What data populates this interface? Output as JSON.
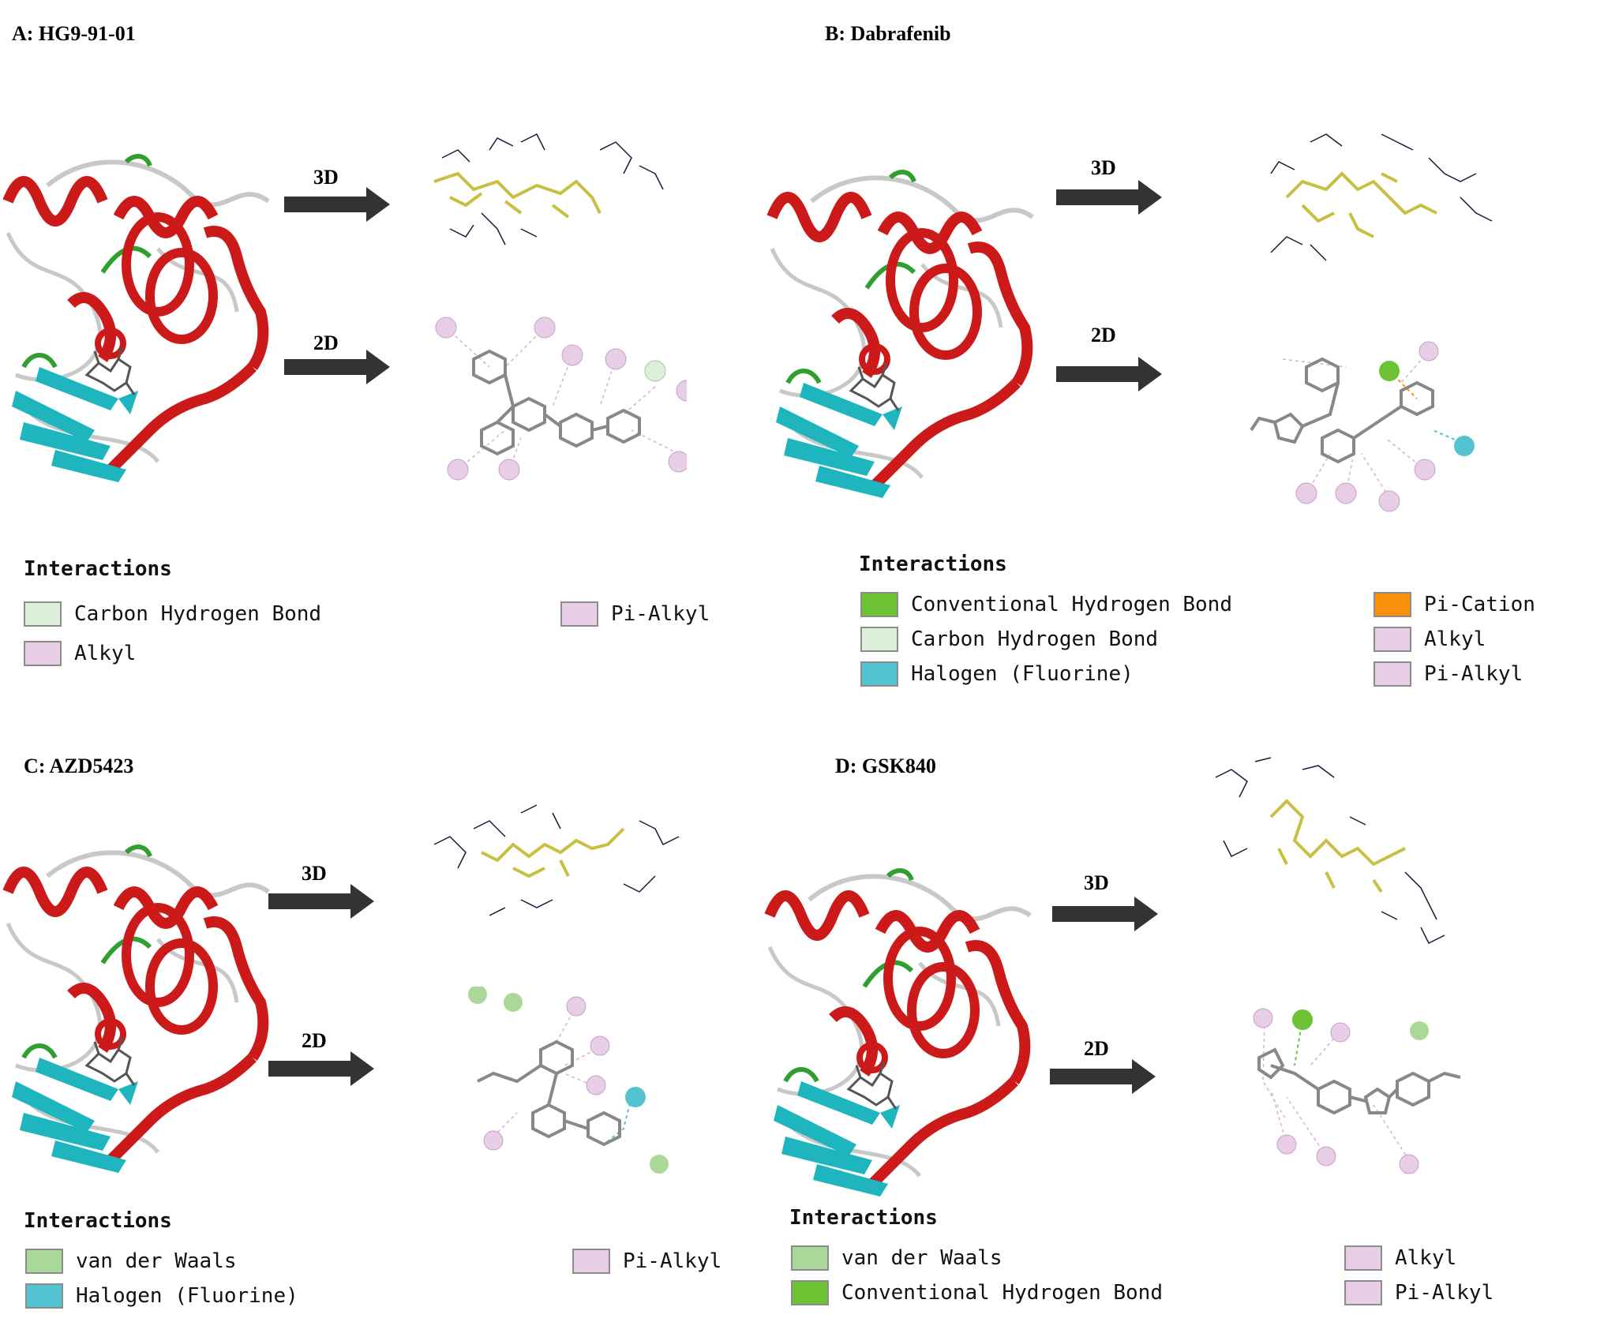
{
  "panels": [
    {
      "title": "A: HG9-91-01",
      "arrow_3d": "3D",
      "arrow_2d": "2D",
      "legend": {
        "title": "Interactions",
        "items": [
          {
            "label": "Carbon Hydrogen Bond",
            "color": "#dcefd8"
          },
          {
            "label": "Alkyl",
            "color": "#e8cde6"
          },
          {
            "label": "Pi-Alkyl",
            "color": "#e8cde6"
          }
        ]
      }
    },
    {
      "title": "B: Dabrafenib",
      "arrow_3d": "3D",
      "arrow_2d": "2D",
      "legend": {
        "title": "Interactions",
        "items": [
          {
            "label": "Conventional Hydrogen Bond",
            "color": "#6cc233"
          },
          {
            "label": "Carbon Hydrogen Bond",
            "color": "#dcefd8"
          },
          {
            "label": "Halogen (Fluorine)",
            "color": "#54c3d1"
          },
          {
            "label": "Pi-Cation",
            "color": "#f7910a"
          },
          {
            "label": "Alkyl",
            "color": "#e8cde6"
          },
          {
            "label": "Pi-Alkyl",
            "color": "#e8cde6"
          }
        ]
      }
    },
    {
      "title": "C: AZD5423",
      "arrow_3d": "3D",
      "arrow_2d": "2D",
      "legend": {
        "title": "Interactions",
        "items": [
          {
            "label": "van der Waals",
            "color": "#a9d89a"
          },
          {
            "label": "Halogen (Fluorine)",
            "color": "#54c3d1"
          },
          {
            "label": "Pi-Alkyl",
            "color": "#e8cde6"
          }
        ]
      }
    },
    {
      "title": "D: GSK840",
      "arrow_3d": "3D",
      "arrow_2d": "2D",
      "legend": {
        "title": "Interactions",
        "items": [
          {
            "label": "van der Waals",
            "color": "#a9d89a"
          },
          {
            "label": "Conventional Hydrogen Bond",
            "color": "#6cc233"
          },
          {
            "label": "Alkyl",
            "color": "#e8cde6"
          },
          {
            "label": "Pi-Alkyl",
            "color": "#e8cde6"
          }
        ]
      }
    }
  ],
  "colors": {
    "helix": "#cc1a1a",
    "sheet": "#1fb5be",
    "coil": "#c8c8c8",
    "turn": "#2fa02f",
    "ligand3d": "#c8c040",
    "arrow": "#333333"
  }
}
